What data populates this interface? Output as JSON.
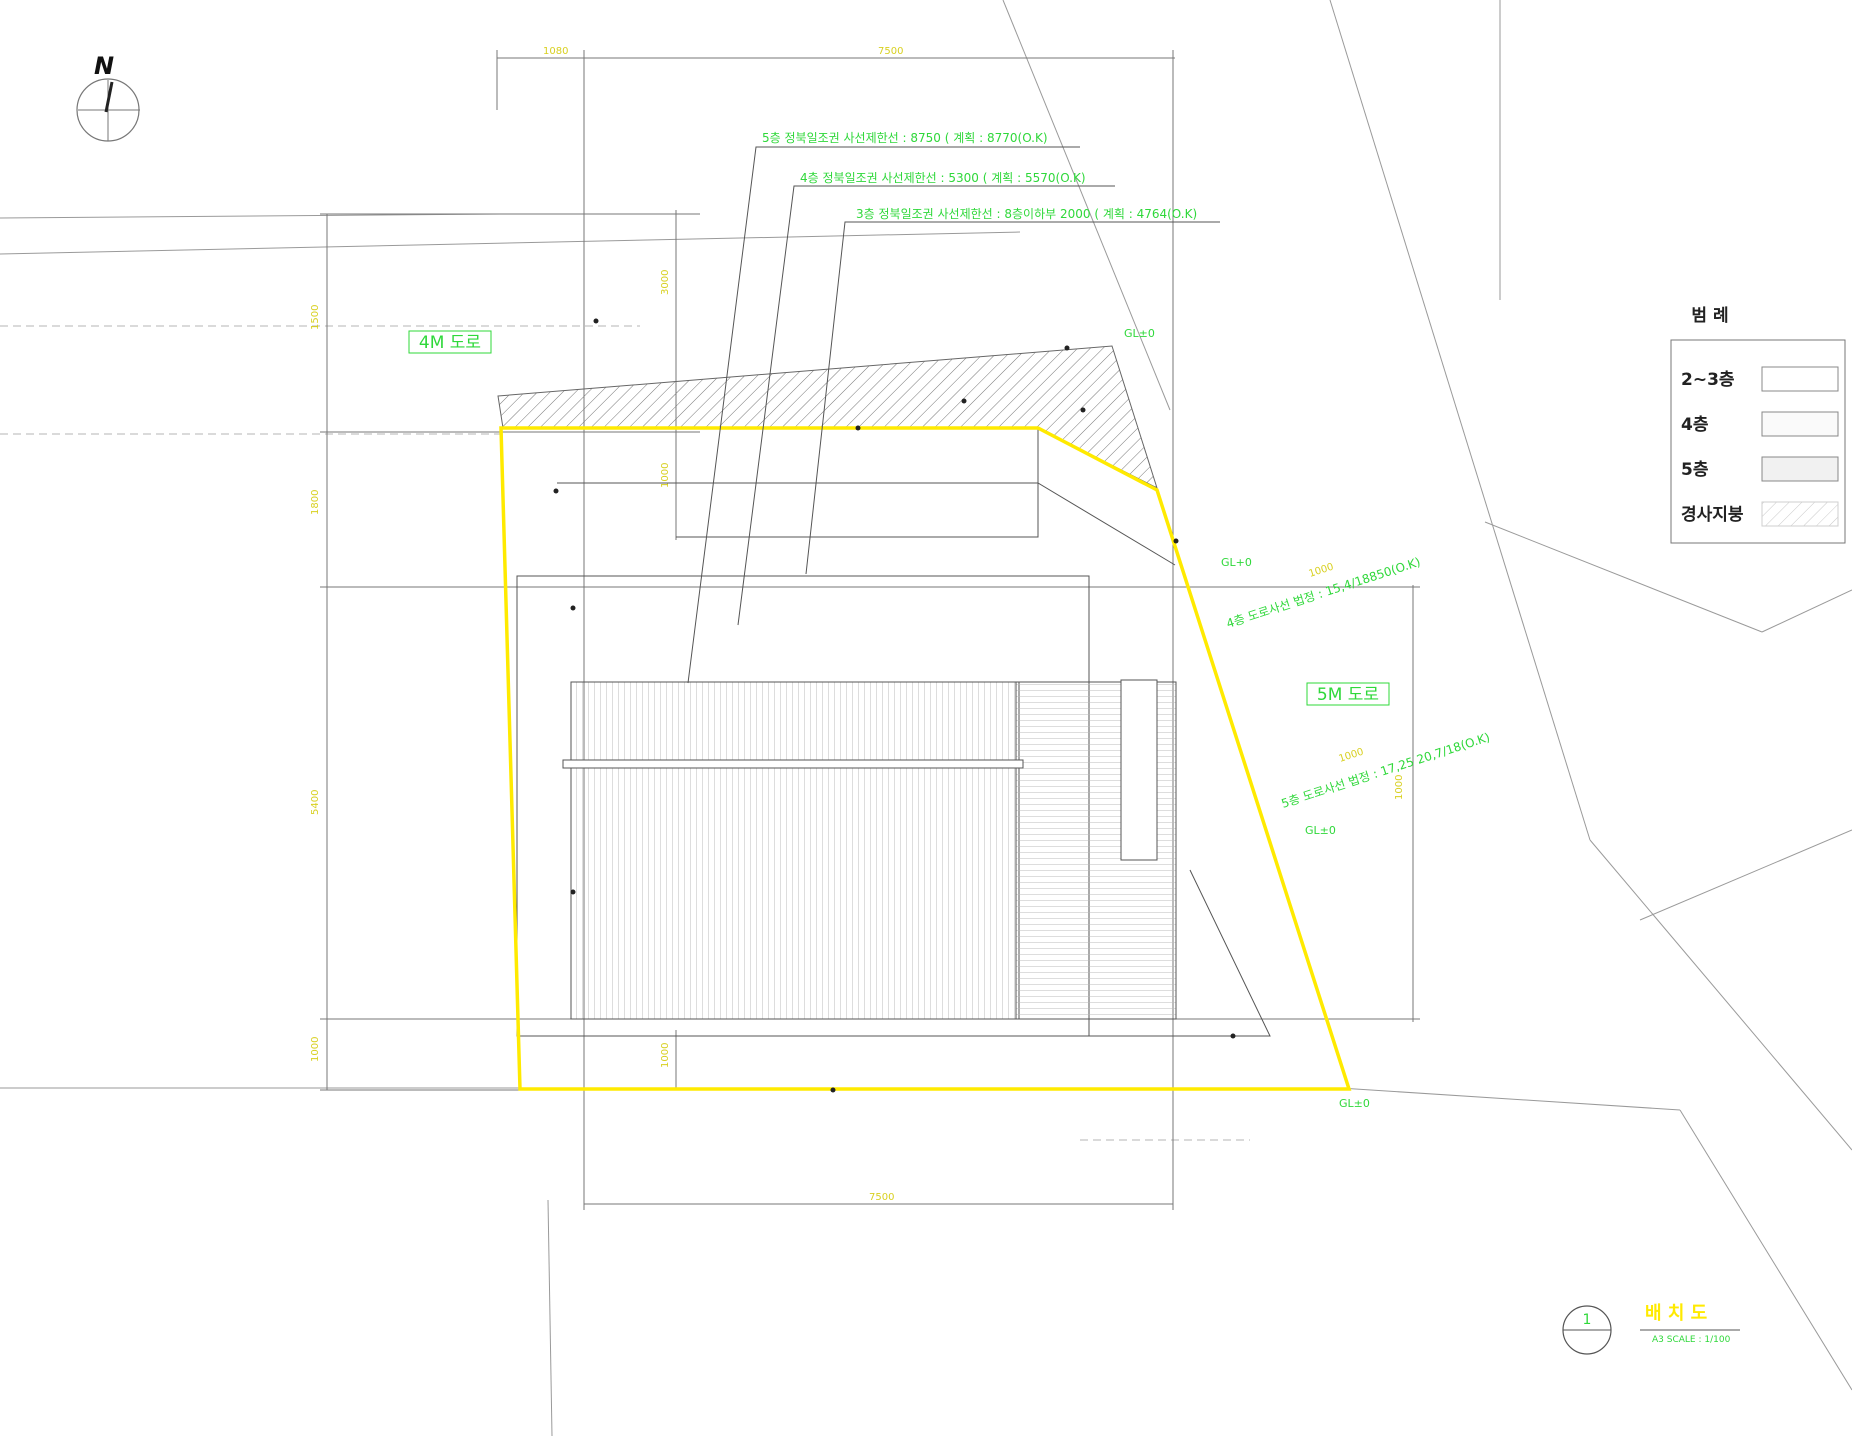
{
  "north_label": "N",
  "roads": {
    "road_4m": "4M 도로",
    "road_5m": "5M 도로"
  },
  "legend": {
    "title": "범 례",
    "items": [
      {
        "label": "2~3층"
      },
      {
        "label": "4층"
      },
      {
        "label": "5층"
      },
      {
        "label": "경사지붕"
      }
    ]
  },
  "title_block": {
    "number": "1",
    "sheet_title": "배 치 도",
    "scale": "A3 SCALE : 1/100"
  },
  "ground_level_marks": [
    "GL±0",
    "GL+0",
    "GL±0",
    "GL±0"
  ],
  "setback_notes": [
    "5층 정북일조권 사선제한선 : 8750 ( 계획 : 8770(O.K)",
    "4층 정북일조권 사선제한선 : 5300 ( 계획 : 5570(O.K)",
    "3층 정북일조권 사선제한선 : 8층이하부 2000 ( 계획 : 4764(O.K)",
    "4층 도로사선 법정 : 15,4/18850(O.K)",
    "5층 도로사선 법정 : 17,25 20,7/18(O.K)"
  ],
  "colors": {
    "site_boundary": "#ffea00",
    "annotation": "#2fd83a",
    "dimension": "#d8d020",
    "linework": "#9a9a9a"
  }
}
